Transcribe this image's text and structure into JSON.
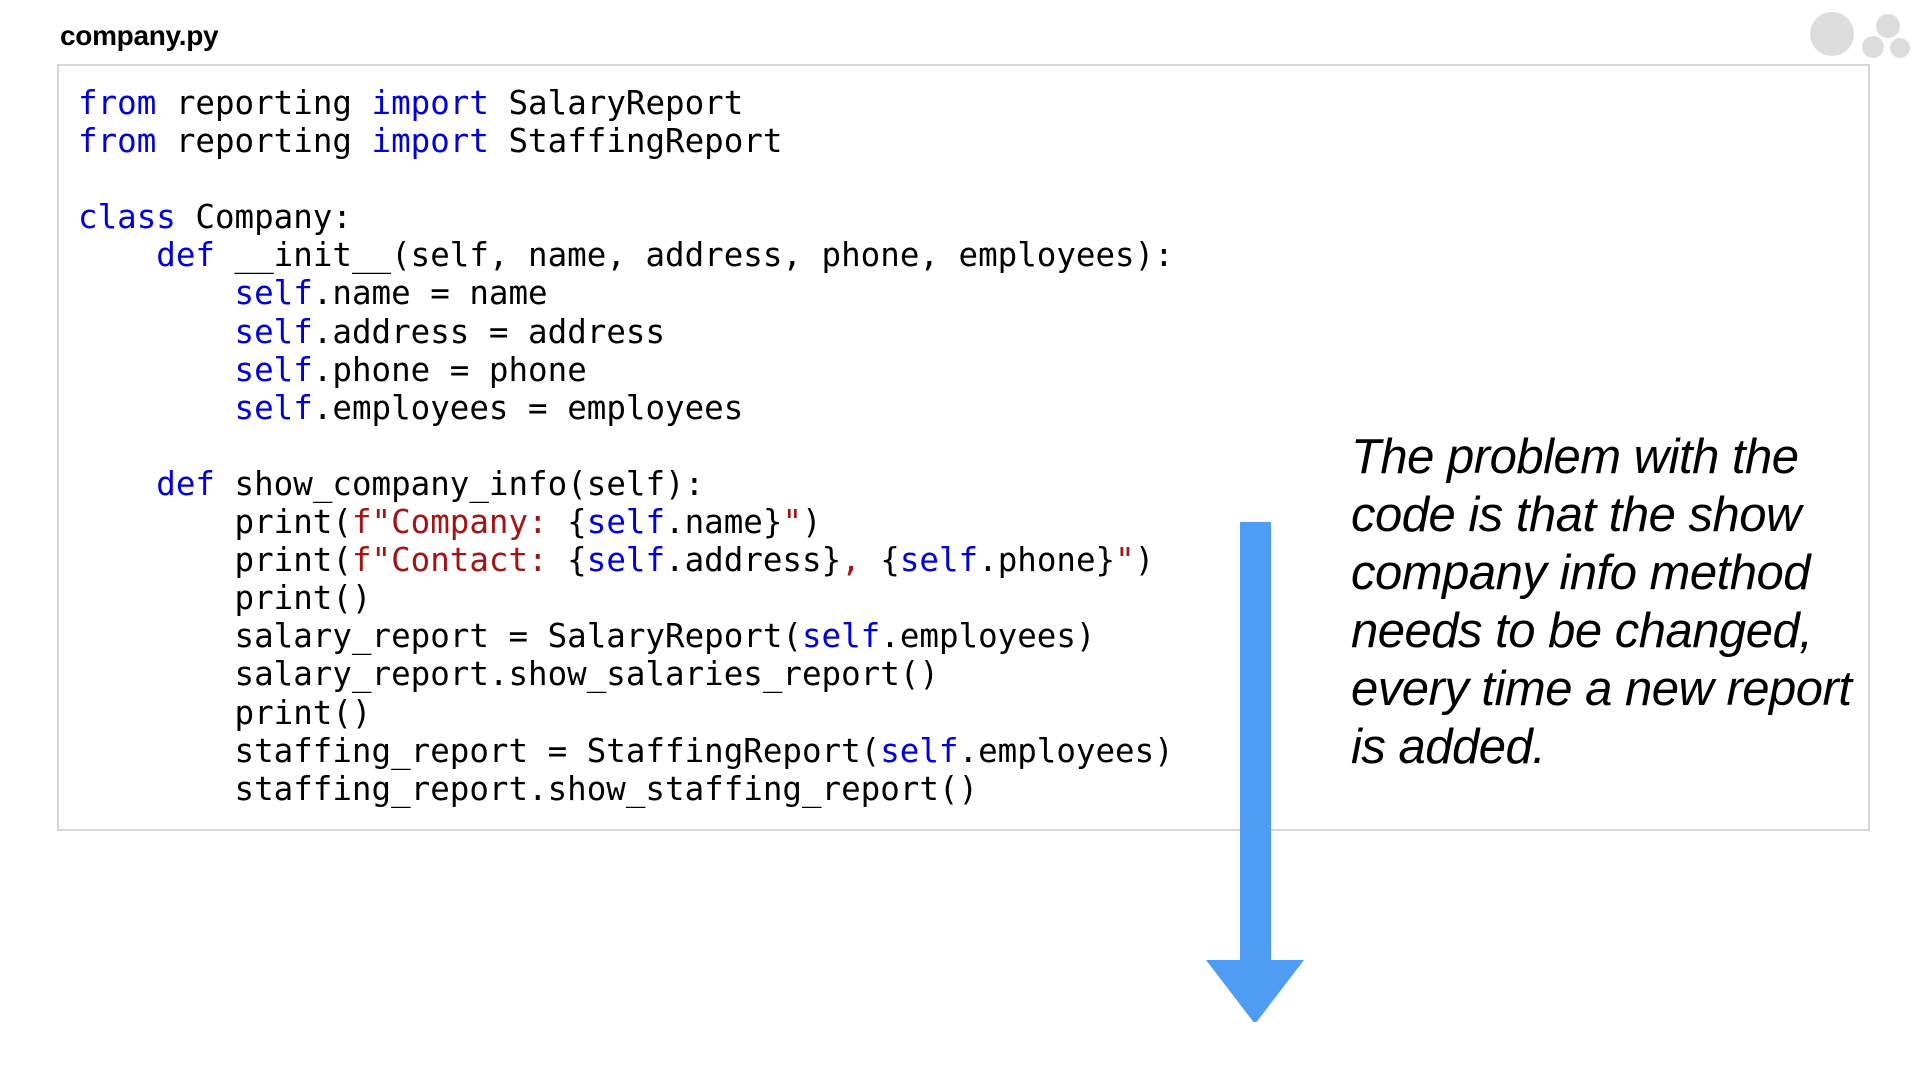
{
  "file_title": "company.py",
  "colors": {
    "keyword": "#0000dd",
    "string": "#a31515",
    "text": "#000000",
    "arrow": "#4f9cf4",
    "border": "#d7d7d7",
    "logo": "#dcdcdc"
  },
  "code_lines": [
    [
      {
        "t": "from",
        "c": "kw"
      },
      {
        "t": " reporting "
      },
      {
        "t": "import",
        "c": "kw"
      },
      {
        "t": " SalaryReport"
      }
    ],
    [
      {
        "t": "from",
        "c": "kw"
      },
      {
        "t": " reporting "
      },
      {
        "t": "import",
        "c": "kw"
      },
      {
        "t": " StaffingReport"
      }
    ],
    [],
    [
      {
        "t": "class",
        "c": "kw"
      },
      {
        "t": " Company:"
      }
    ],
    [
      {
        "t": "    "
      },
      {
        "t": "def",
        "c": "kw"
      },
      {
        "t": " __init__(self, name, address, phone, employees):"
      }
    ],
    [
      {
        "t": "        "
      },
      {
        "t": "self",
        "c": "kw"
      },
      {
        "t": ".name = name"
      }
    ],
    [
      {
        "t": "        "
      },
      {
        "t": "self",
        "c": "kw"
      },
      {
        "t": ".address = address"
      }
    ],
    [
      {
        "t": "        "
      },
      {
        "t": "self",
        "c": "kw"
      },
      {
        "t": ".phone = phone"
      }
    ],
    [
      {
        "t": "        "
      },
      {
        "t": "self",
        "c": "kw"
      },
      {
        "t": ".employees = employees"
      }
    ],
    [],
    [
      {
        "t": "    "
      },
      {
        "t": "def",
        "c": "kw"
      },
      {
        "t": " show_company_info(self):"
      }
    ],
    [
      {
        "t": "        print("
      },
      {
        "t": "f\"Company: ",
        "c": "str"
      },
      {
        "t": "{"
      },
      {
        "t": "self",
        "c": "kw"
      },
      {
        "t": ".name}"
      },
      {
        "t": "\"",
        "c": "str"
      },
      {
        "t": ")"
      }
    ],
    [
      {
        "t": "        print("
      },
      {
        "t": "f\"Contact: ",
        "c": "str"
      },
      {
        "t": "{"
      },
      {
        "t": "self",
        "c": "kw"
      },
      {
        "t": ".address}"
      },
      {
        "t": ", ",
        "c": "str"
      },
      {
        "t": "{"
      },
      {
        "t": "self",
        "c": "kw"
      },
      {
        "t": ".phone}"
      },
      {
        "t": "\"",
        "c": "str"
      },
      {
        "t": ")"
      }
    ],
    [
      {
        "t": "        print()"
      }
    ],
    [
      {
        "t": "        salary_report = SalaryReport("
      },
      {
        "t": "self",
        "c": "kw"
      },
      {
        "t": ".employees)"
      }
    ],
    [
      {
        "t": "        salary_report.show_salaries_report()"
      }
    ],
    [
      {
        "t": "        print()"
      }
    ],
    [
      {
        "t": "        staffing_report = StaffingReport("
      },
      {
        "t": "self",
        "c": "kw"
      },
      {
        "t": ".employees)"
      }
    ],
    [
      {
        "t": "        staffing_report.show_staffing_report()"
      }
    ]
  ],
  "note": "The problem with the code is that the show company info method needs to be changed, every time a new report is added.",
  "icons": {
    "arrow": "down-arrow-icon",
    "logo": "logo-dots-icon"
  }
}
